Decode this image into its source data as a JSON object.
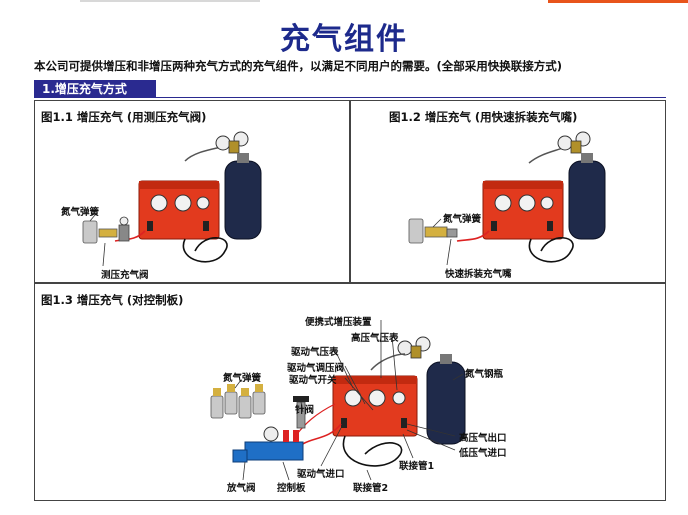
{
  "title": "充气组件",
  "intro": "本公司可提供增压和非增压两种充气方式的充气组件，以满足不同用户的需要。(全部采用快换联接方式)",
  "section": {
    "label": "1.增压充气方式"
  },
  "figures": {
    "fig1_1": {
      "title": "图1.1 增压充气 (用测压充气阀)",
      "labels": {
        "spring": "氮气弹簧",
        "valve": "测压充气阀"
      }
    },
    "fig1_2": {
      "title": "图1.2 增压充气 (用快速拆装充气嘴)",
      "labels": {
        "spring": "氮气弹簧",
        "nozzle": "快速拆装充气嘴"
      }
    },
    "fig1_3": {
      "title": "图1.3 增压充气 (对控制板)",
      "labels": {
        "portable": "便携式增压装置",
        "hp_gauge": "高压气压表",
        "drive_gauge": "驱动气压表",
        "drive_reg": "驱动气调压阀",
        "drive_switch": "驱动气开关",
        "n2_spring": "氮气弹簧",
        "n2_bottle": "氮气钢瓶",
        "needle": "针阀",
        "hp_out": "高压气出口",
        "lp_in": "低压气进口",
        "conn1": "联接管1",
        "drive_in": "驱动气进口",
        "relief": "放气阀",
        "board": "控制板",
        "conn2": "联接管2"
      }
    }
  },
  "colors": {
    "title": "#1d2a8c",
    "section_bg": "#2a2a90",
    "accent": "#e8541b",
    "machine": "#e23a1e",
    "bottle": "#1f2a4a"
  }
}
